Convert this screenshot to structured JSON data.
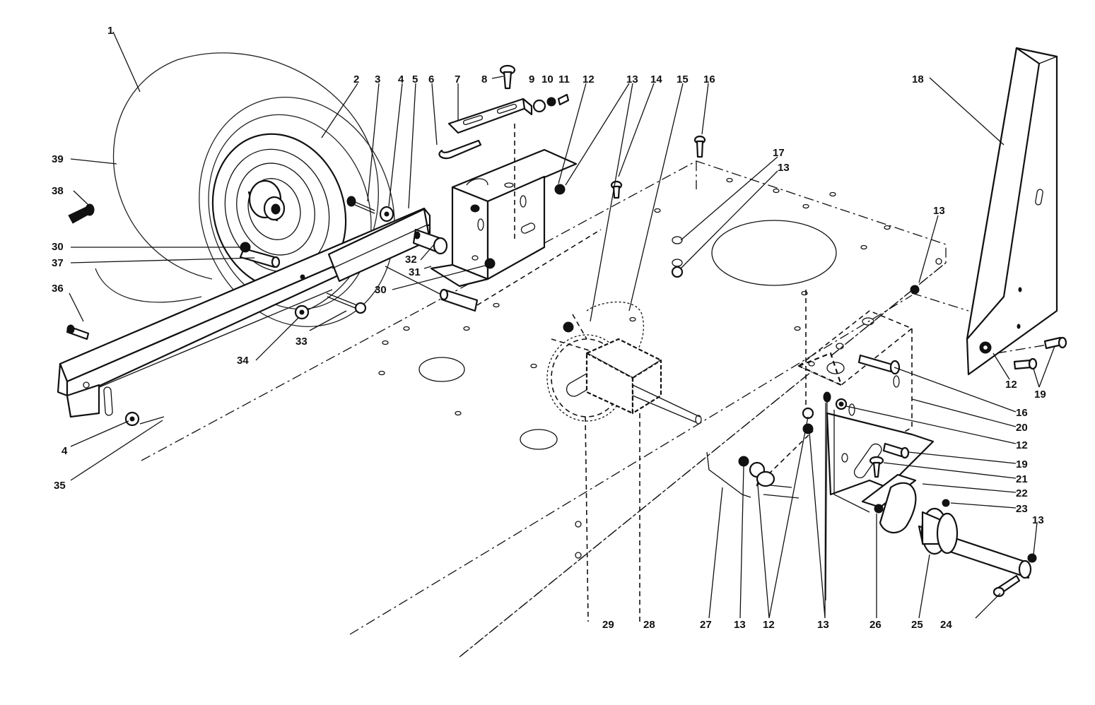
{
  "labels": {
    "n1": "1",
    "n2": "2",
    "n3": "3",
    "n4a": "4",
    "n5": "5",
    "n6": "6",
    "n7": "7",
    "n8": "8",
    "n9": "9",
    "n10": "10",
    "n11": "11",
    "n12a": "12",
    "n13a": "13",
    "n14": "14",
    "n15": "15",
    "n16a": "16",
    "n17": "17",
    "n13b": "13",
    "n18": "18",
    "n13c": "13",
    "n39": "39",
    "n38": "38",
    "n30a": "30",
    "n37": "37",
    "n36": "36",
    "n32": "32",
    "n31": "31",
    "n30b": "30",
    "n33": "33",
    "n34": "34",
    "n4b": "4",
    "n35": "35",
    "n12b": "12",
    "n19a": "19",
    "n16b": "16",
    "n20": "20",
    "n12c": "12",
    "n19b": "19",
    "n21": "21",
    "n22": "22",
    "n23": "23",
    "n13d": "13",
    "n29": "29",
    "n28": "28",
    "n27": "27",
    "n13e": "13",
    "n12d": "12",
    "n13f": "13",
    "n26": "26",
    "n25": "25",
    "n24": "24"
  },
  "colors": {
    "ink": "#111111",
    "paper": "#ffffff"
  }
}
